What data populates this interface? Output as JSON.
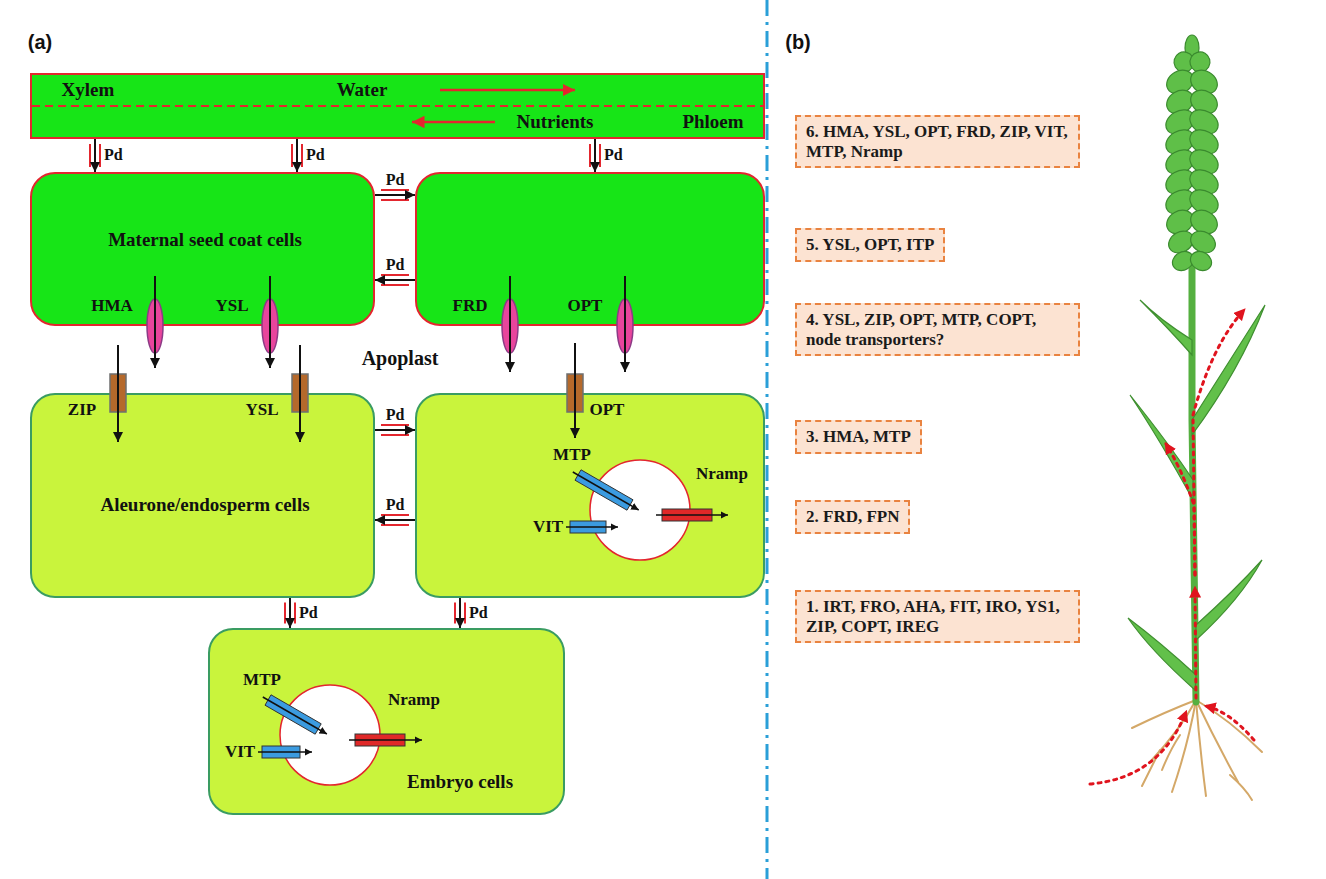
{
  "diagram": {
    "nodes": [
      {
        "text": [
          "Xylem",
          "Water",
          "Nutrients",
          "Phloem"
        ]
      },
      {
        "text": [
          "Maternal seed coat cells",
          "HMA",
          "YSL"
        ]
      },
      {
        "text": [
          "FRD",
          "OPT"
        ]
      },
      {
        "text": [
          "ZIP",
          "YSL",
          "Aleurone/endosperm cells"
        ]
      },
      {
        "text": [
          "OPT",
          "MTP",
          "VIT",
          "Nramp"
        ]
      },
      {
        "text": [
          "MTP",
          "VIT",
          "Nramp",
          "Embryo cells"
        ]
      },
      {
        "text": [
          "6. HMA, YSL, OPT, FRD, ZIP, VIT, MTP, Nramp"
        ]
      },
      {
        "text": [
          "5. YSL, OPT, ITP"
        ]
      },
      {
        "text": [
          "4. YSL, ZIP, OPT, MTP, COPT, node transporters?"
        ]
      },
      {
        "text": [
          "3. HMA, MTP"
        ]
      },
      {
        "text": [
          "2. FRD, FPN"
        ]
      },
      {
        "text": [
          "1. IRT, FRO, AHA, FIT, IRO, YS1, ZIP, COPT, IREG"
        ]
      }
    ],
    "edges": [
      {
        "from": 0,
        "to": 1,
        "arrow": "to",
        "label": "Pd"
      },
      {
        "from": 0,
        "to": 1,
        "arrow": "to",
        "label": "Pd"
      },
      {
        "from": 0,
        "to": 2,
        "arrow": "to",
        "label": "Pd"
      },
      {
        "from": 1,
        "to": 2,
        "arrow": "to",
        "label": "Pd"
      },
      {
        "from": 2,
        "to": 1,
        "arrow": "to",
        "label": "Pd"
      },
      {
        "from": 3,
        "to": 4,
        "arrow": "to",
        "label": "Pd"
      },
      {
        "from": 4,
        "to": 3,
        "arrow": "to",
        "label": "Pd"
      },
      {
        "from": 3,
        "to": 5,
        "arrow": "to",
        "label": "Pd"
      },
      {
        "from": 4,
        "to": 5,
        "arrow": "to",
        "label": "Pd"
      }
    ],
    "labels": [
      "(a)",
      "Apoplast",
      "(b)"
    ]
  }
}
